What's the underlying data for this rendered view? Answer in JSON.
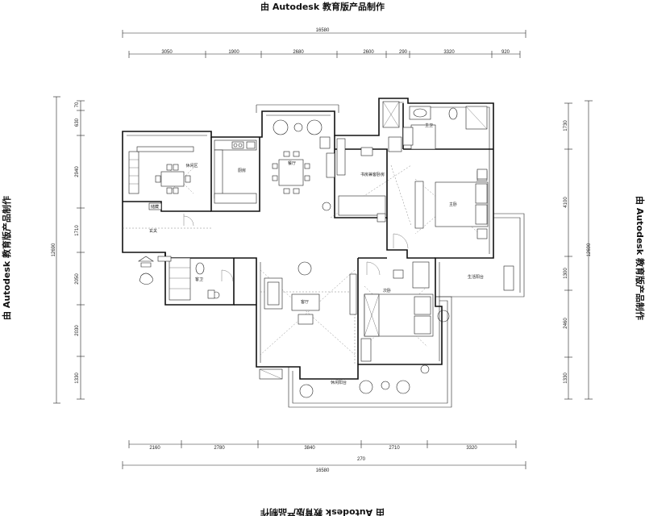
{
  "watermark": {
    "top": "由 Autodesk 教育版产品制作",
    "bottom": "由 Autodesk 教育版产品制作",
    "left": "由 Autodesk 教育版产品制作",
    "right": "由 Autodesk 教育版产品制作"
  },
  "dimensions": {
    "top_total": "16580",
    "top_segments": [
      "3050",
      "1900",
      "2680",
      "2600",
      "290",
      "3320",
      "920"
    ],
    "bottom_total": "16580",
    "bottom_extra": "270",
    "bottom_segments": [
      "2160",
      "2780",
      "3840",
      "2710",
      "3320"
    ],
    "left_total": "12690",
    "left_segments": [
      "630",
      "70",
      "2940",
      "1710",
      "2050",
      "2030",
      "1330"
    ],
    "right_total": "12690",
    "right_segments": [
      "1730",
      "4100",
      "1300",
      "2460",
      "1330"
    ]
  },
  "rooms": {
    "dining_corner": "休闲区",
    "kitchen": "厨房",
    "dining": "餐厅",
    "study": "书房兼客卧房",
    "master_bath": "主卫",
    "master_bedroom": "主卧",
    "foyer": "玄关",
    "storage": "储藏",
    "guest_bath": "客卫",
    "living": "客厅",
    "second_bedroom": "次卧",
    "balcony_right": "生活阳台",
    "balcony_bottom": "休闲阳台"
  }
}
